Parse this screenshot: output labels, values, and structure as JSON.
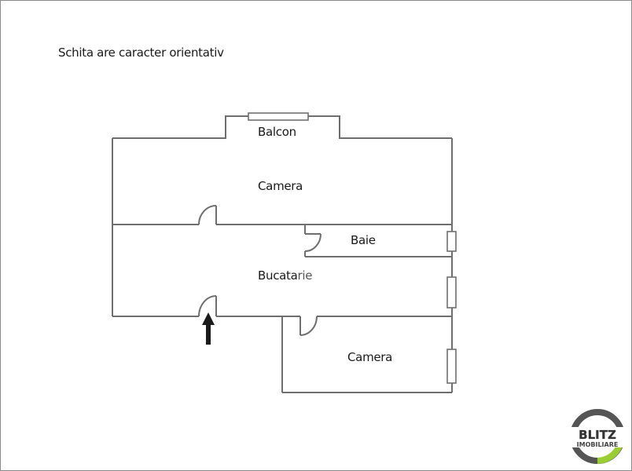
{
  "title_note": "Schita are caracter orientativ",
  "rooms": {
    "balcon": "Balcon",
    "camera_1": "Camera",
    "baie": "Baie",
    "bucatarie_dark": "Bucata",
    "bucatarie_light": "rie",
    "camera_2": "Camera"
  },
  "logo": {
    "line1": "BLITZ",
    "line2": "IMOBILIARE",
    "ring_color": "#555555",
    "accent_color": "#9acd32"
  },
  "colors": {
    "wall": "#6f6f6f",
    "border": "#8a8a8a",
    "arrow": "#1a1a1a"
  }
}
